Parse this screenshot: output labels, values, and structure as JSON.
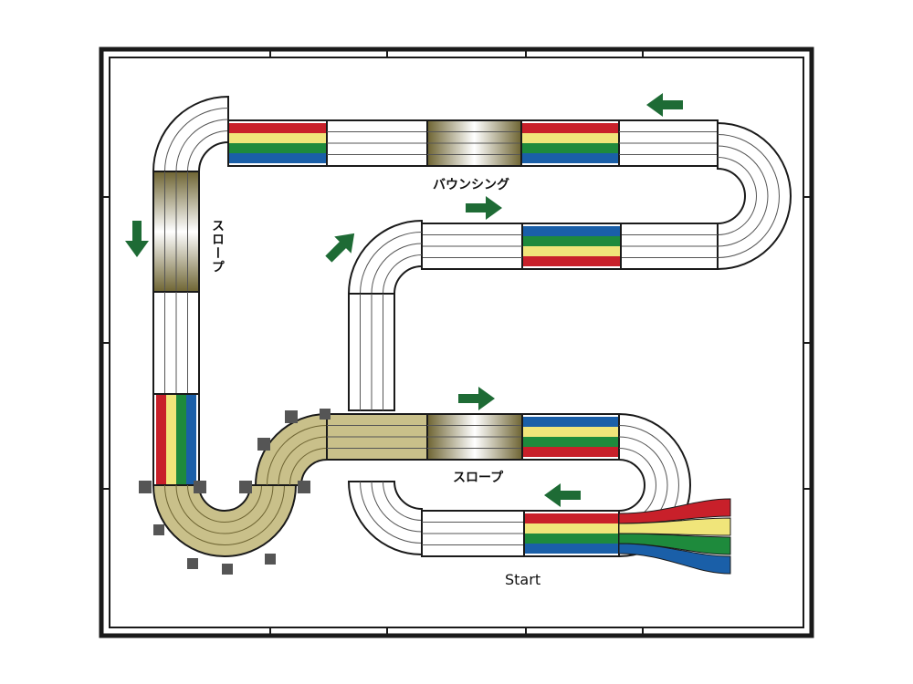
{
  "labels": {
    "bouncing": "バウンシング",
    "slope_left": "スロープ",
    "slope_mid": "スロープ",
    "start": "Start"
  },
  "colors": {
    "outline": "#1a1a1a",
    "lane_line": "#555555",
    "track_fill": "#ffffff",
    "slope_fill": "#c9c08a",
    "slope_dark": "#6e6432",
    "arrow": "#1e6b35",
    "lane_red": "#c8202a",
    "lane_yellow": "#f0e57a",
    "lane_green": "#1e8a3c",
    "lane_blue": "#1a5fa8",
    "clip": "#555555"
  },
  "arrows": [
    {
      "id": "top-right",
      "direction": "left"
    },
    {
      "id": "left-slope",
      "direction": "down"
    },
    {
      "id": "mid-diagonal",
      "direction": "up-right"
    },
    {
      "id": "mid-upper",
      "direction": "right"
    },
    {
      "id": "mid-lower",
      "direction": "right"
    },
    {
      "id": "bottom",
      "direction": "left"
    }
  ]
}
